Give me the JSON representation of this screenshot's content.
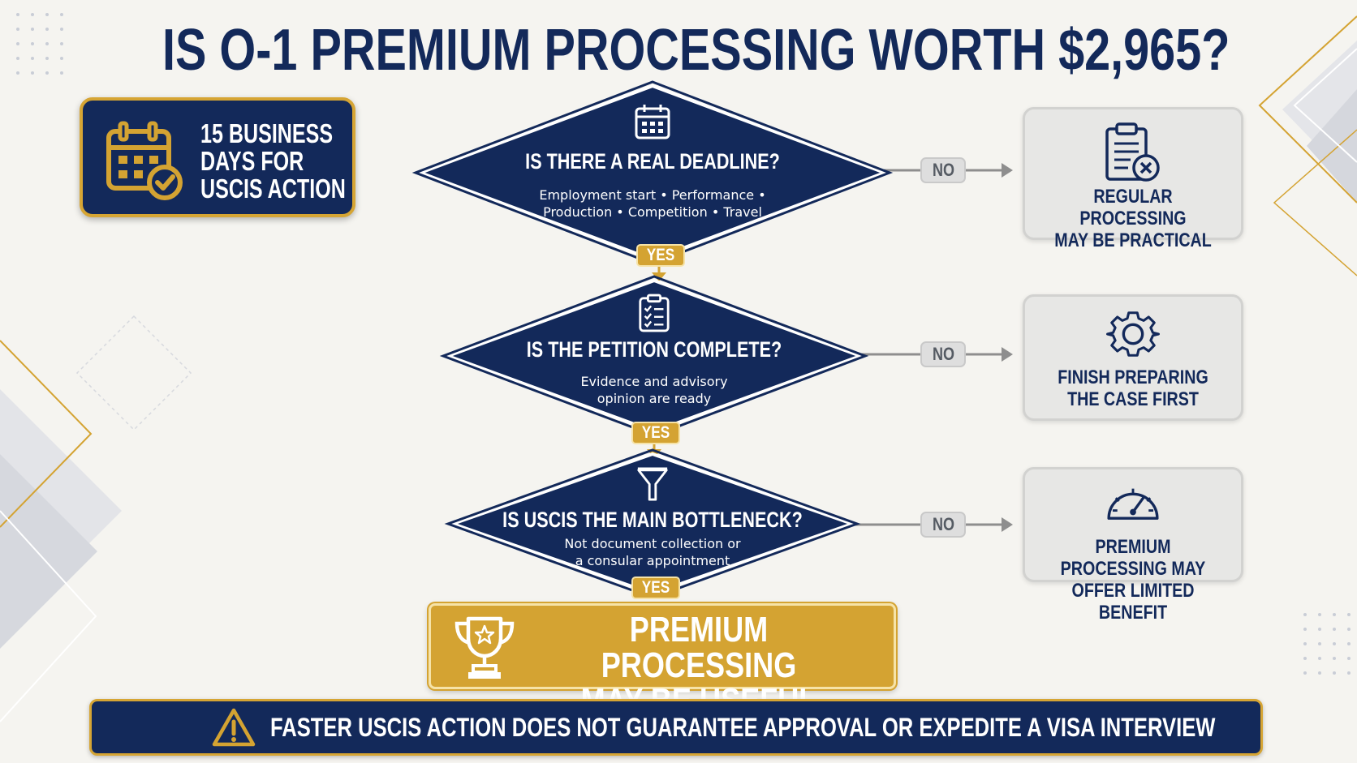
{
  "title": "IS O-1 PREMIUM PROCESSING WORTH $2,965?",
  "timing_badge": {
    "text": "15 BUSINESS\nDAYS FOR\nUSCIS ACTION",
    "icon": "calendar-check-icon"
  },
  "steps": [
    {
      "question": "IS THERE A REAL DEADLINE?",
      "detail": "Employment start • Performance •\nProduction • Competition • Travel",
      "icon": "calendar-icon",
      "yes_label": "YES",
      "no_label": "NO",
      "no_outcome": {
        "text": "REGULAR PROCESSING\nMAY BE PRACTICAL",
        "icon": "clipboard-x-icon"
      }
    },
    {
      "question": "IS THE PETITION COMPLETE?",
      "detail": "Evidence and advisory\nopinion are ready",
      "icon": "checklist-icon",
      "yes_label": "YES",
      "no_label": "NO",
      "no_outcome": {
        "text": "FINISH PREPARING\nTHE CASE FIRST",
        "icon": "gear-icon"
      }
    },
    {
      "question": "IS USCIS THE MAIN BOTTLENECK?",
      "detail": "Not document collection or\na consular appointment",
      "icon": "funnel-icon",
      "yes_label": "YES",
      "no_label": "NO",
      "no_outcome": {
        "text": "PREMIUM PROCESSING MAY\nOFFER LIMITED BENEFIT",
        "icon": "speedometer-icon"
      }
    }
  ],
  "result": {
    "text": "PREMIUM PROCESSING\nMAY BE USEFUL",
    "icon": "trophy-icon"
  },
  "warning": {
    "text": "FASTER USCIS ACTION DOES NOT GUARANTEE APPROVAL OR EXPEDITE A VISA INTERVIEW",
    "icon": "warning-icon"
  },
  "colors": {
    "navy": "#13295a",
    "gold": "#d4a332",
    "gray_box": "#e7e7e5",
    "background": "#f5f4f0"
  }
}
